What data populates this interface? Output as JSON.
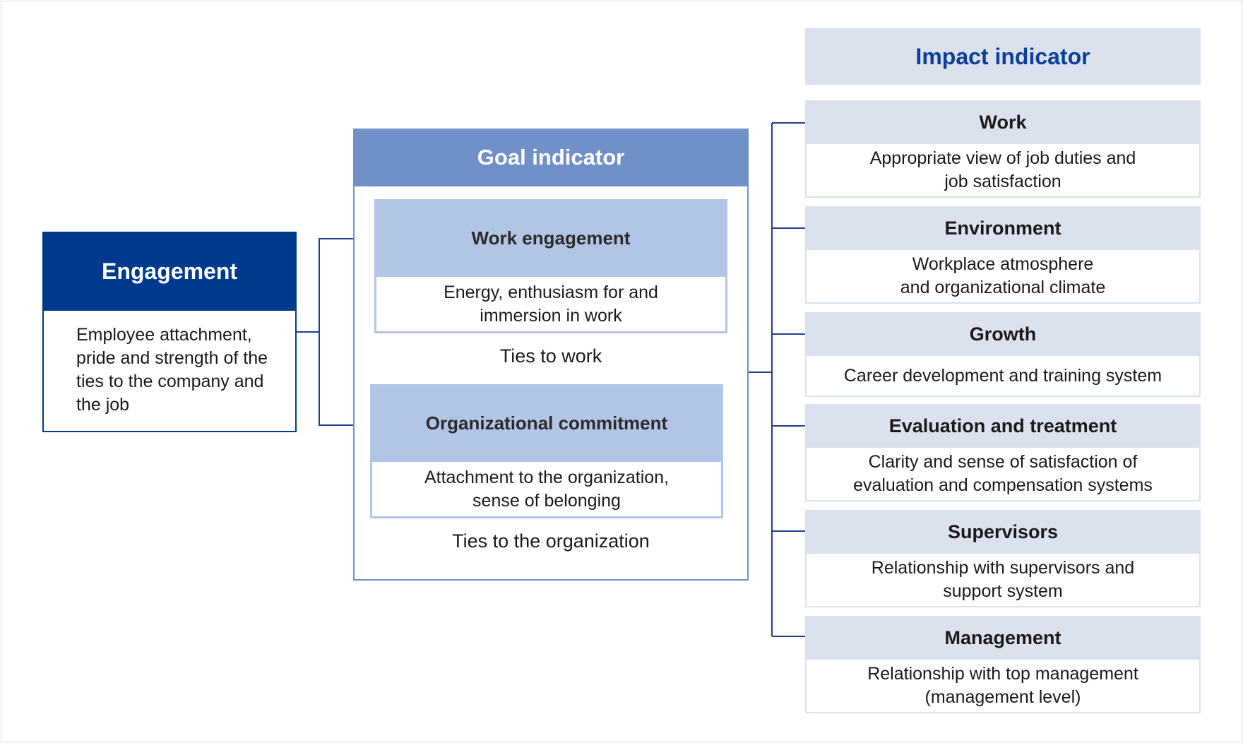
{
  "engagement": {
    "title": "Engagement",
    "description": "Employee attachment, pride and strength of the ties to the company and the job"
  },
  "goal": {
    "title": "Goal indicator",
    "work_engagement": {
      "title": "Work engagement",
      "description": "Energy, enthusiasm for and immersion in work"
    },
    "ties_work": "Ties to work",
    "commitment": {
      "title": "Organizational commitment",
      "description": "Attachment to the organization, sense of belonging"
    },
    "ties_org": "Ties to the organization"
  },
  "impact": {
    "title": "Impact indicator",
    "items": [
      {
        "title": "Work",
        "description": "Appropriate view of job duties and job satisfaction"
      },
      {
        "title": "Environment",
        "description": "Workplace atmosphere and organizational climate"
      },
      {
        "title": "Growth",
        "description": "Career development and training system"
      },
      {
        "title": "Evaluation and treatment",
        "description": "Clarity and sense of satisfaction of evaluation and compensation systems"
      },
      {
        "title": "Supervisors",
        "description": "Relationship with supervisors and support system"
      },
      {
        "title": "Management",
        "description": "Relationship with top management (management level)"
      }
    ]
  },
  "colors": {
    "engagement": "#003a8f",
    "goal_header": "#7090c8",
    "goal_sub": "#b3c5e6",
    "impact": "#dbe2ee",
    "impact_title_text": "#0d3f9a",
    "connector": "#1f3f8f"
  }
}
